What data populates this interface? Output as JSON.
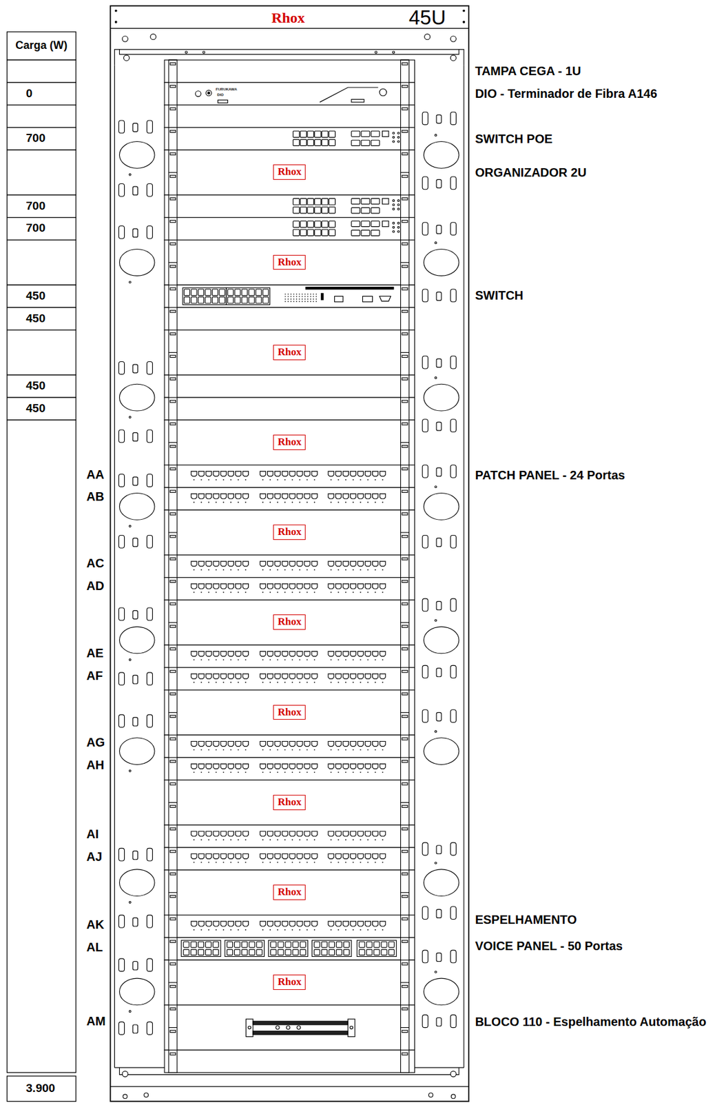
{
  "diagram": {
    "nodes": [
      {
        "text": [
          "Rhox",
          "45U"
        ]
      },
      {
        "text": [
          "Rhox"
        ],
        "in": 0
      },
      {
        "text": [
          "Rhox"
        ],
        "in": 0
      },
      {
        "text": [
          "Rhox"
        ],
        "in": 0
      },
      {
        "text": [
          "Rhox"
        ],
        "in": 0
      },
      {
        "text": [
          "Rhox"
        ],
        "in": 0
      },
      {
        "text": [
          "Rhox"
        ],
        "in": 0
      },
      {
        "text": [
          "Rhox"
        ],
        "in": 0
      },
      {
        "text": [
          "Rhox"
        ],
        "in": 0
      },
      {
        "text": [
          "Rhox"
        ],
        "in": 0
      },
      {
        "text": [
          "Rhox"
        ],
        "in": 0
      }
    ],
    "labels": [
      "Carga (W)",
      "0",
      "700",
      "700",
      "700",
      "450",
      "450",
      "450",
      "450",
      "3.900",
      "TAMPA CEGA - 1U",
      "DIO - Terminador de Fibra A146",
      "SWITCH POE",
      "ORGANIZADOR 2U",
      "SWITCH",
      "PATCH PANEL - 24 Portas",
      "ESPELHAMENTO",
      "VOICE PANEL - 50 Portas",
      "BLOCO 110 - Espelhamento Automação",
      "AA",
      "AB",
      "AC",
      "AD",
      "AE",
      "AF",
      "AG",
      "AH",
      "AI",
      "AJ",
      "AK",
      "AL",
      "AM",
      "FURUKAWA",
      "DIO"
    ]
  }
}
